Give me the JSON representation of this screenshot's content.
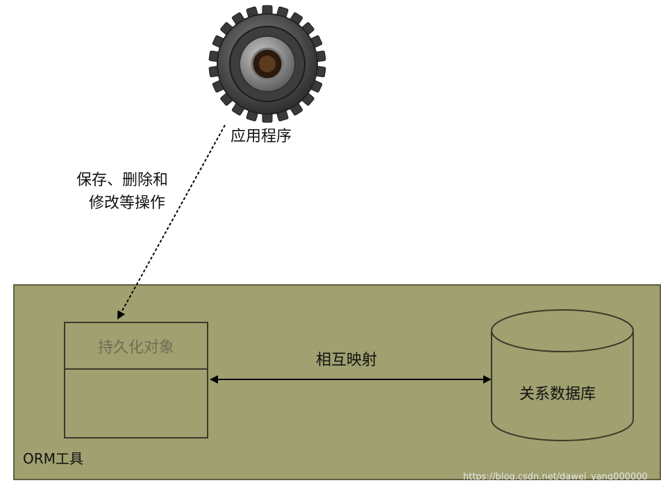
{
  "app": {
    "label": "应用程序",
    "icon": "gear-icon"
  },
  "operation": {
    "line1": "保存、删除和",
    "line2": "修改等操作"
  },
  "orm": {
    "label": "ORM工具",
    "persistent_object": "持久化对象",
    "mapping": "相互映射",
    "database": "关系数据库"
  },
  "watermark": "https://blog.csdn.net/dawei_yang000000",
  "colors": {
    "panel": "#a0a070",
    "panel_border": "#5f5f40",
    "gear": "#4a4a4a"
  }
}
